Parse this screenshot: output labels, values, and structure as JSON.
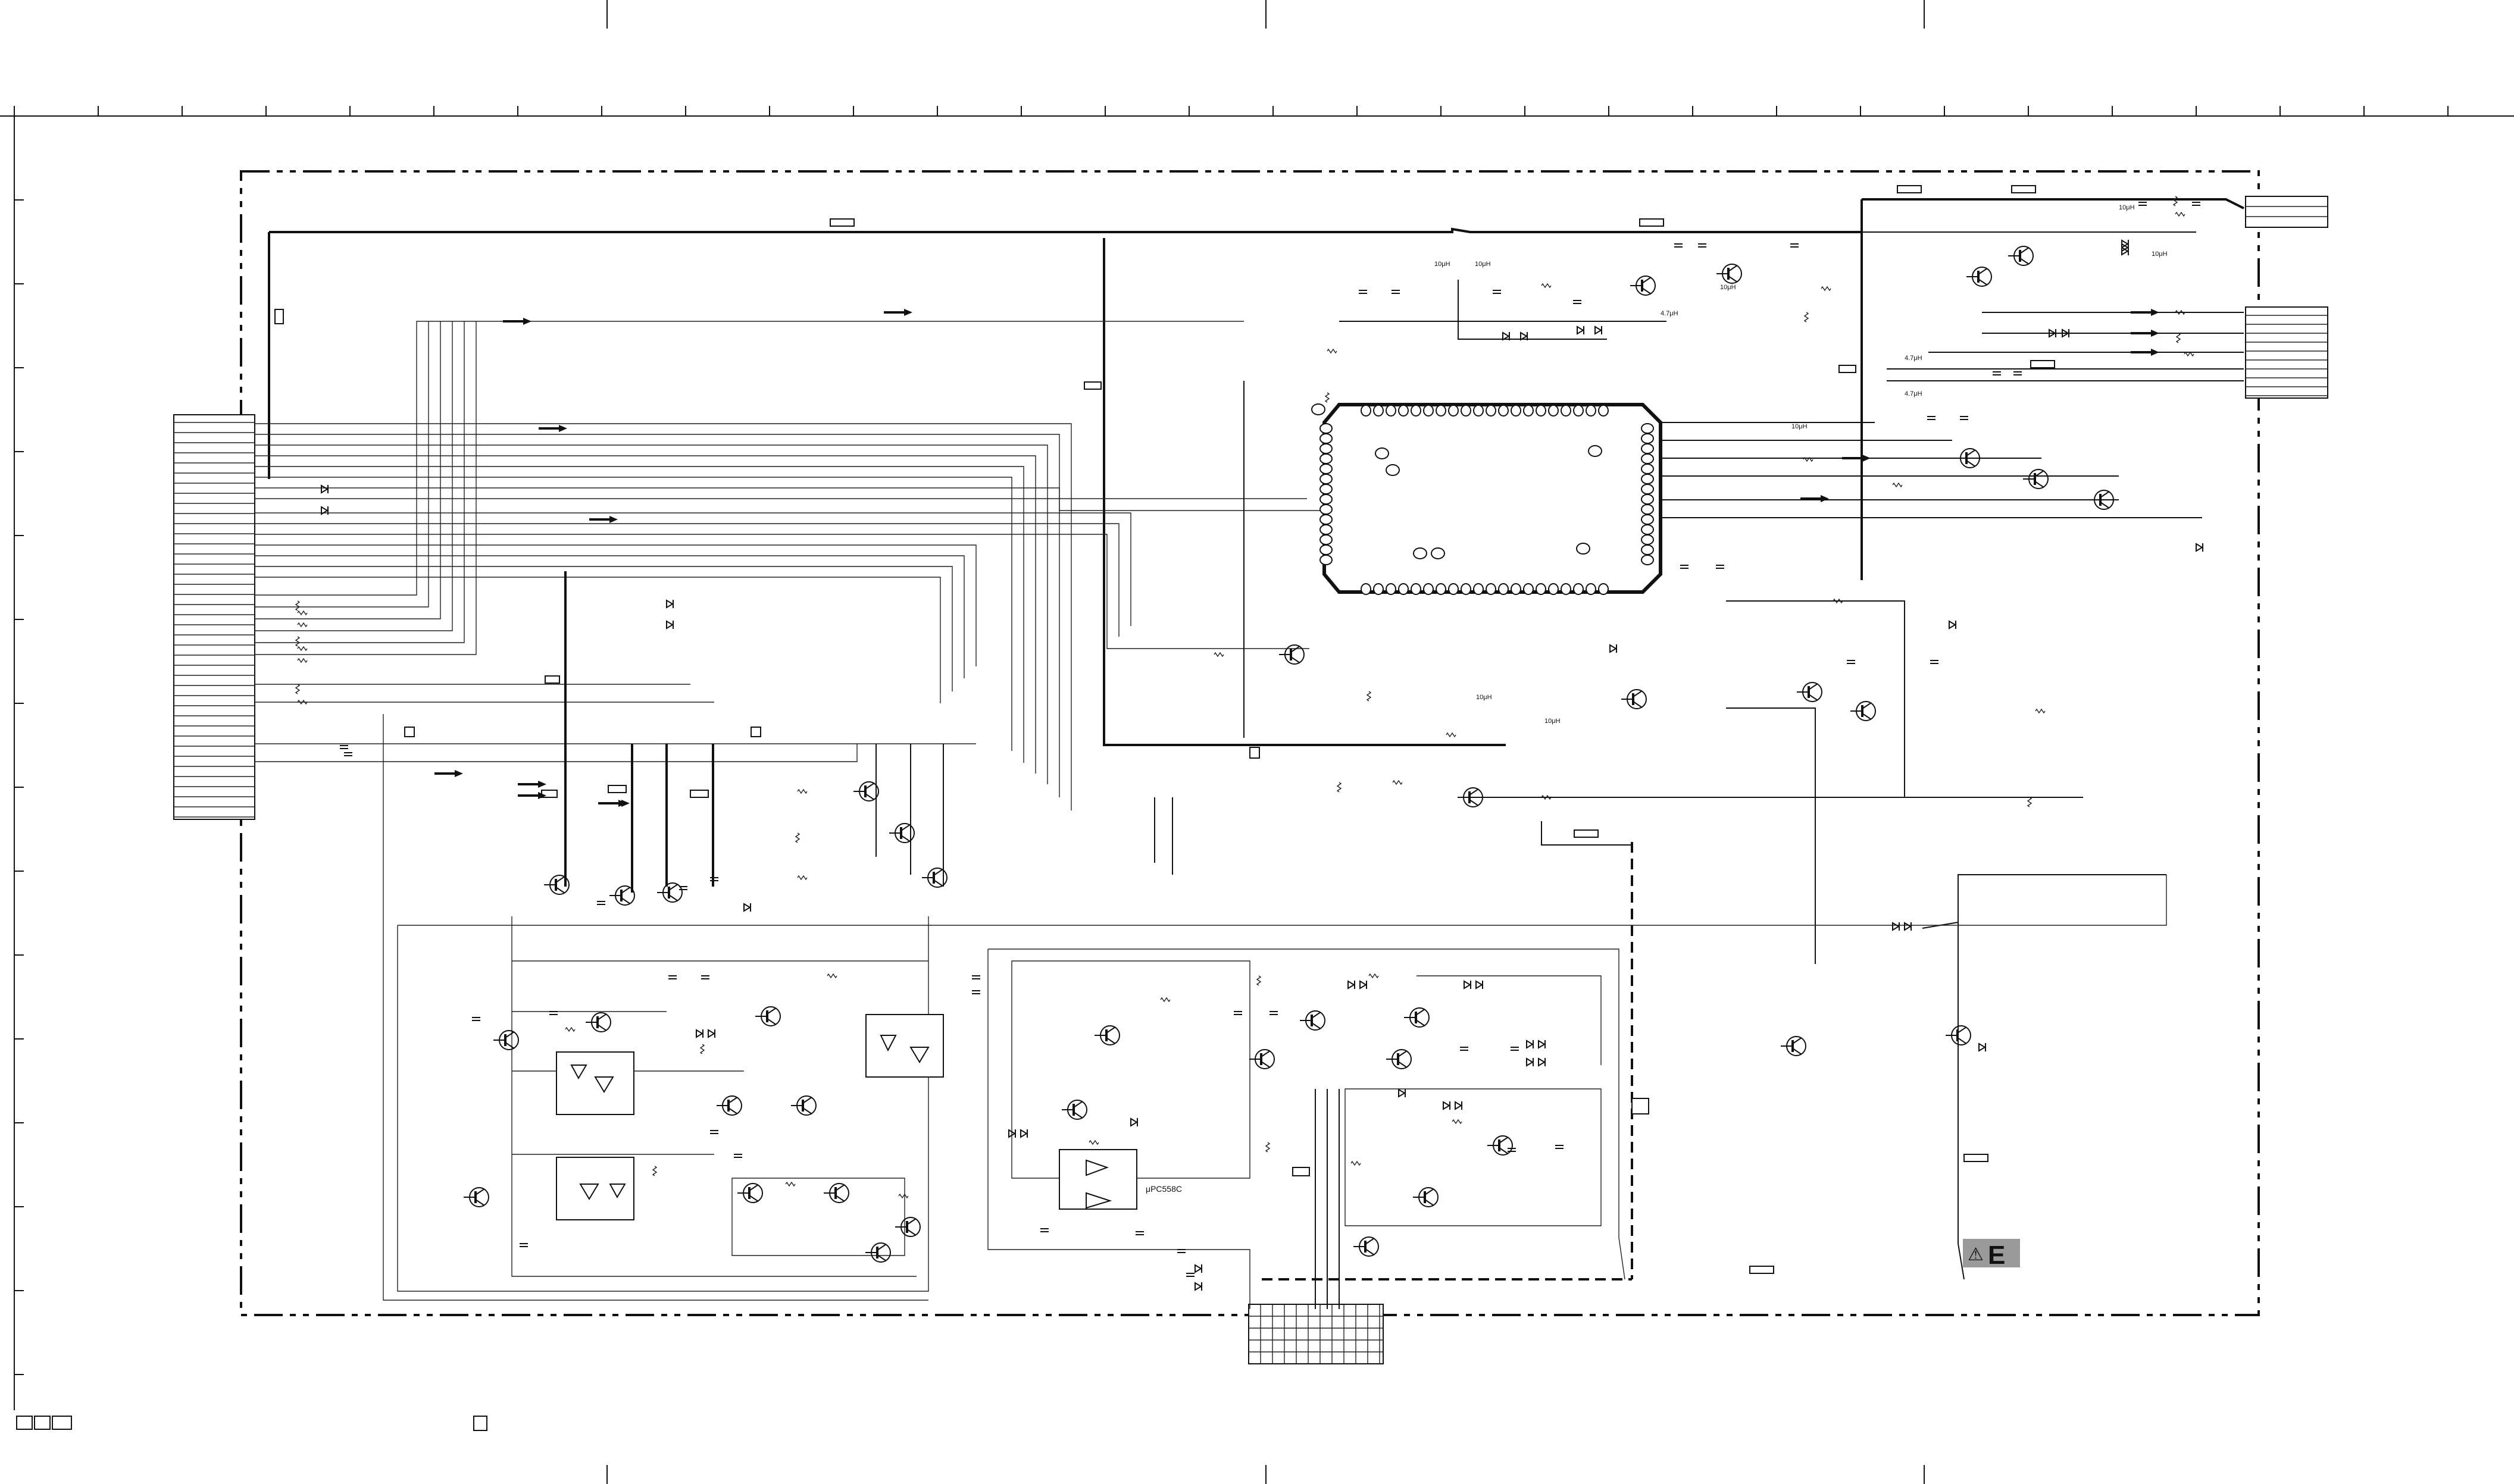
{
  "diagram": {
    "labels": {
      "ic_part": "μPC558C",
      "inductor_a": "10μH",
      "inductor_b": "10μH",
      "inductor_c": "10μH",
      "inductor_d": "4.7μH",
      "inductor_e": "10μH",
      "inductor_f": "10μH",
      "inductor_g": "4.7μH",
      "inductor_h": "4.7μH",
      "inductor_i": "10μH",
      "inductor_j": "10μH",
      "inductor_k": "10μH"
    },
    "badge": {
      "warning_symbol": "⚠",
      "section_letter": "E"
    },
    "colors": {
      "ink": "#111111",
      "badge_bg": "#9a9a9a",
      "paper": "#ffffff"
    }
  }
}
